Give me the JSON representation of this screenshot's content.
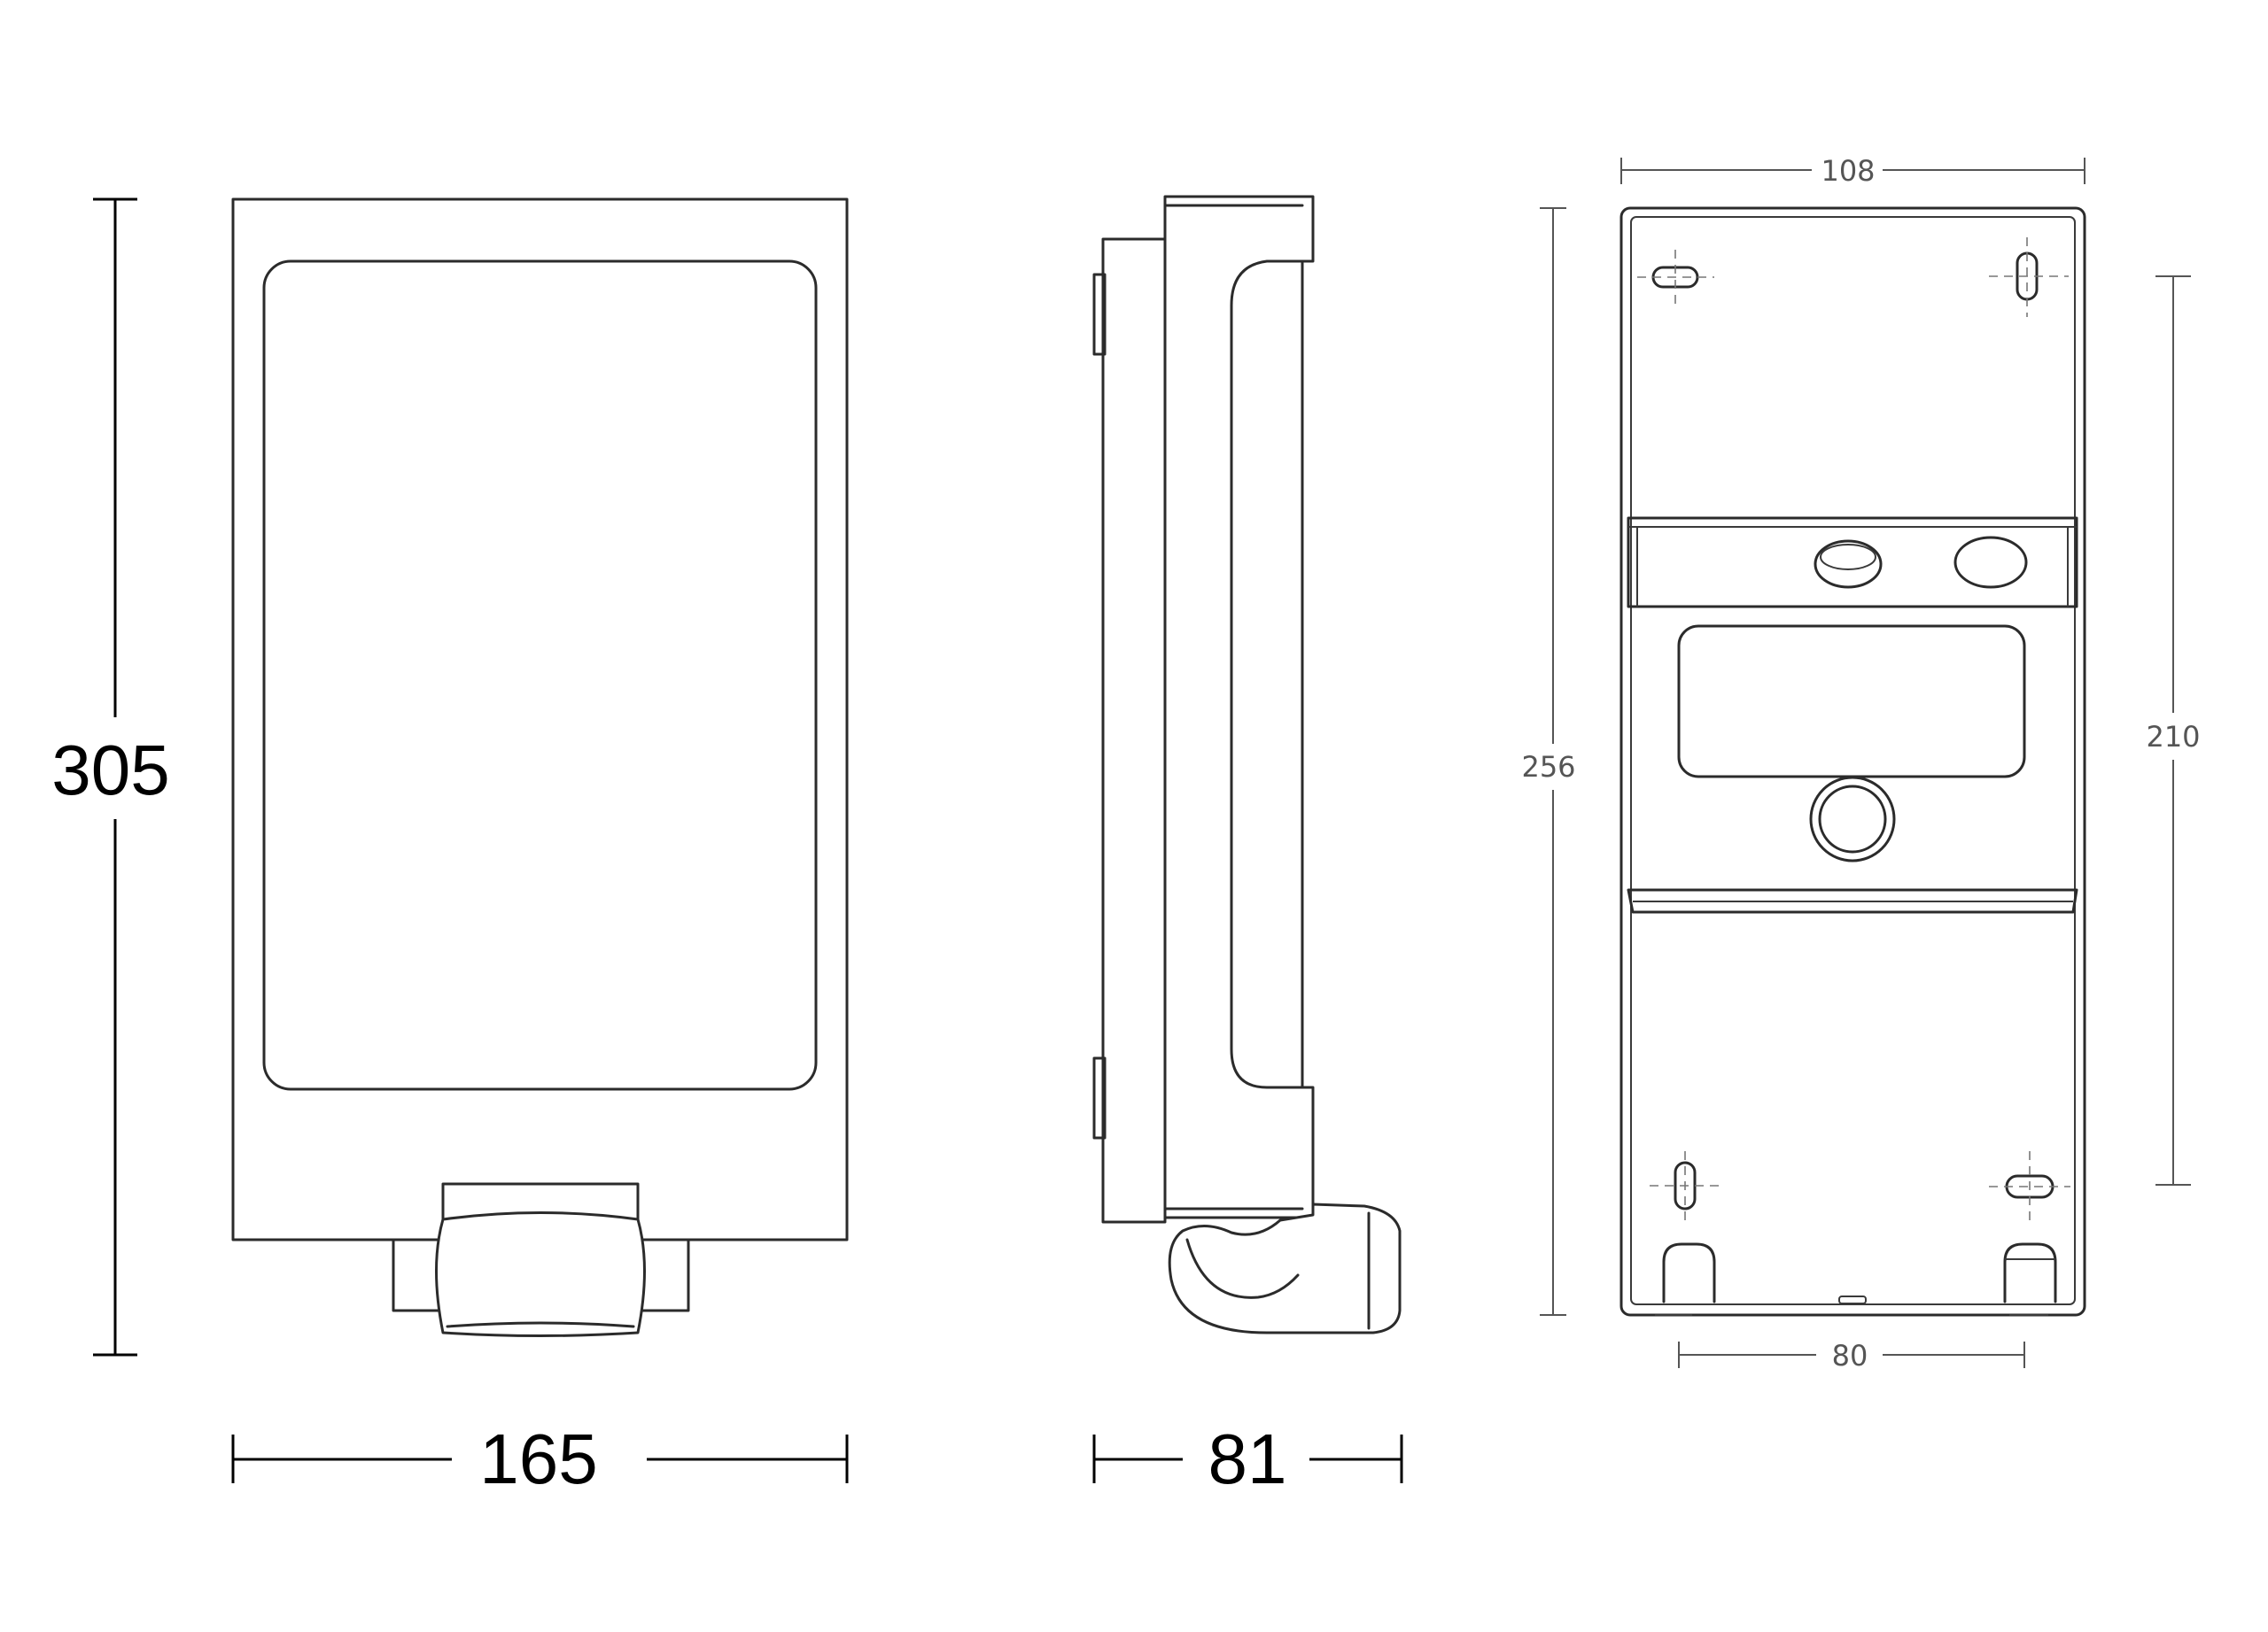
{
  "dimensions": {
    "front_height": "305",
    "front_width": "165",
    "side_depth": "81",
    "back_width": "108",
    "back_height": "256",
    "back_hole_vertical": "210",
    "back_hole_horizontal": "80"
  },
  "colors": {
    "line": "#2b2b2b",
    "dimension": "#000000",
    "secondary_dimension": "#555555",
    "background": "#ffffff"
  }
}
